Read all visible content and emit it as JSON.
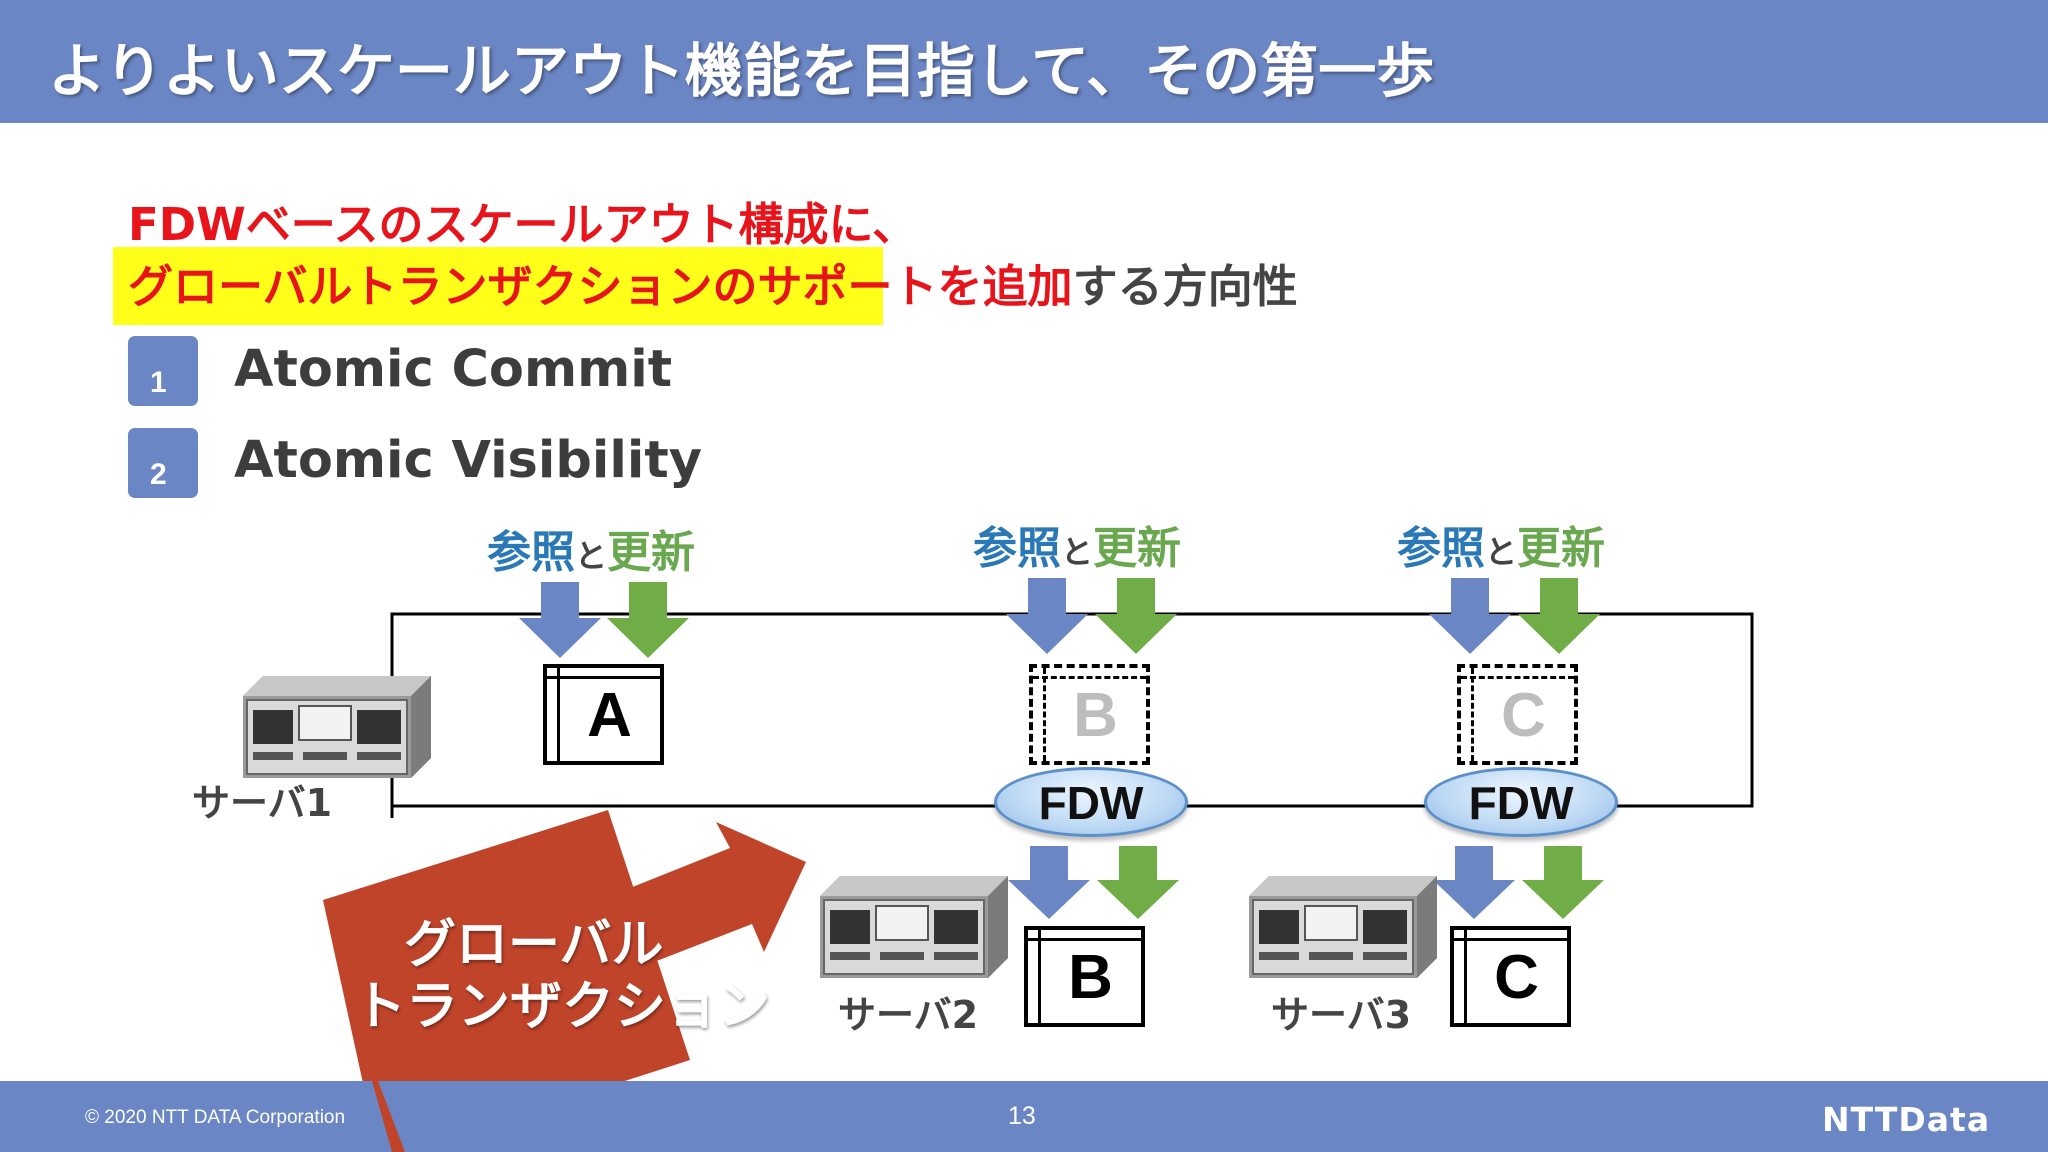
{
  "header": {
    "title": "よりよいスケールアウト機能を目指して、その第一歩"
  },
  "headline": {
    "line1": "FDWベースのスケールアウト構成に、",
    "line2_red": "グローバルトランザクションのサポートを追加",
    "line2_rest": "する方向性"
  },
  "items": [
    {
      "number": "1",
      "label": "Atomic Commit"
    },
    {
      "number": "2",
      "label": "Atomic Visibility"
    }
  ],
  "operations": {
    "read": "参照",
    "and": "と",
    "write": "更新"
  },
  "tables": {
    "a": "A",
    "b": "B",
    "c": "C"
  },
  "servers": {
    "s1": "サーバ1",
    "s2": "サーバ2",
    "s3": "サーバ3"
  },
  "fdw_label": "FDW",
  "global_tx": {
    "line1": "グローバル",
    "line2": "トランザクション"
  },
  "footer": {
    "copyright": "© 2020 NTT DATA Corporation",
    "page": "13",
    "logo": "NTTData"
  },
  "colors": {
    "bar": "#6b86c4",
    "red": "#e8141c",
    "highlight": "#ffff1a",
    "blue_arrow": "#6b86c4",
    "green_arrow": "#70ad47",
    "callout": "#c0442a"
  }
}
